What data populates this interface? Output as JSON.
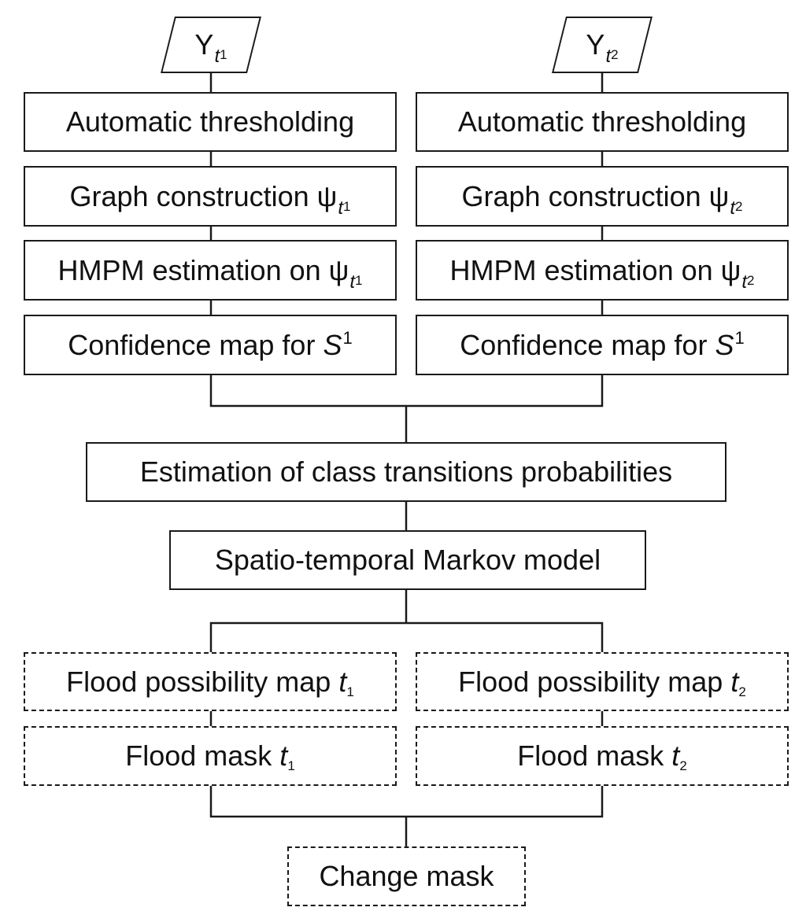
{
  "inputs": {
    "left": {
      "base": "Y",
      "var": "t",
      "index": "1"
    },
    "right": {
      "base": "Y",
      "var": "t",
      "index": "2"
    }
  },
  "left_column": {
    "thresholding": "Automatic thresholding",
    "graph_prefix": "Graph construction ",
    "graph_symbol": "ψ",
    "graph_var": "t",
    "graph_index": "1",
    "hmpm_prefix": "HMPM estimation on ",
    "hmpm_symbol": "ψ",
    "hmpm_var": "t",
    "hmpm_index": "1",
    "confidence_prefix": "Confidence map for ",
    "confidence_var": "S",
    "confidence_sup": "1"
  },
  "right_column": {
    "thresholding": "Automatic thresholding",
    "graph_prefix": "Graph construction ",
    "graph_symbol": "ψ",
    "graph_var": "t",
    "graph_index": "2",
    "hmpm_prefix": "HMPM estimation on ",
    "hmpm_symbol": "ψ",
    "hmpm_var": "t",
    "hmpm_index": "2",
    "confidence_prefix": "Confidence map for ",
    "confidence_var": "S",
    "confidence_sup": "1"
  },
  "center": {
    "estimation": "Estimation of class transitions probabilities",
    "markov": "Spatio-temporal Markov model"
  },
  "outputs": {
    "left_possibility_prefix": "Flood possibility map ",
    "left_possibility_var": "t",
    "left_possibility_index": "1",
    "right_possibility_prefix": "Flood possibility map ",
    "right_possibility_var": "t",
    "right_possibility_index": "2",
    "left_mask_prefix": "Flood mask ",
    "left_mask_var": "t",
    "left_mask_index": "1",
    "right_mask_prefix": "Flood mask ",
    "right_mask_var": "t",
    "right_mask_index": "2",
    "change_mask": "Change mask"
  }
}
